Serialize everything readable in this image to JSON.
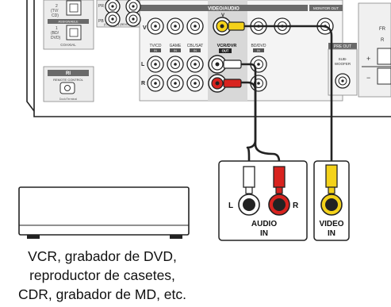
{
  "receiver": {
    "section_video_audio": "VIDEO/AUDIO",
    "section_monitor_out": "MONITOR OUT",
    "section_pre_out": "PRE OUT",
    "label_subwoofer_1": "SUB-",
    "label_subwoofer_2": "WOOFER",
    "label_v": "V",
    "label_l": "L",
    "label_r": "R",
    "label_pb": "PB",
    "label_pr": "PR",
    "label_component": "(CBL/SAT)  (BD/DVD)",
    "label_coax_1": "2",
    "label_coax_1b": "(TV/",
    "label_coax_1c": "CD)",
    "label_coax_assign": "ASSIGNABLE",
    "label_coax_2": "1",
    "label_coax_2b": "(BD/",
    "label_coax_2c": "DVD)",
    "label_coaxial": "COAXIAL",
    "label_remote_logo": "RI",
    "label_remote_control": "REMOTE CONTROL",
    "label_remote_note": "Dock/Terminal",
    "label_fr": "FR",
    "label_r_right": "R",
    "label_plus": "+",
    "label_minus": "−",
    "inputs": [
      {
        "name": "TV/CD",
        "badge": "IN"
      },
      {
        "name": "GAME",
        "badge": "IN"
      },
      {
        "name": "CBL/SAT",
        "badge": "IN"
      },
      {
        "name": "VCR/DVR",
        "badge": "OUT"
      },
      {
        "name": "BD/DVD",
        "badge": "IN"
      }
    ]
  },
  "external_device": {
    "audio_l": "L",
    "audio_r": "R",
    "audio_in_1": "AUDIO",
    "audio_in_2": "IN",
    "video_in_1": "VIDEO",
    "video_in_2": "IN",
    "caption": [
      "VCR, grabador de DVD,",
      "reproductor de casetes,",
      "CDR, grabador de MD, etc."
    ]
  },
  "colors": {
    "video_yellow": "#f4d21a",
    "audio_red": "#d8231f",
    "panel_gray": "#d8d8d8",
    "badge_dark": "#555555"
  }
}
